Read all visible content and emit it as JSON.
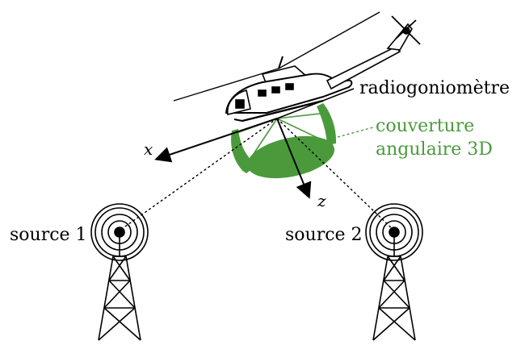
{
  "labels": {
    "direction_finder": "radiogoniomètre",
    "coverage_line1": "couverture",
    "coverage_line2": "angulaire 3D",
    "axis_x": "x",
    "axis_z": "z",
    "source1": "source 1",
    "source2": "source 2"
  },
  "colors": {
    "coverage": "#4a9a3c",
    "ink": "#000000"
  },
  "icons": {
    "helicopter": "helicopter-icon",
    "antenna_tower": "radio-tower-icon"
  }
}
